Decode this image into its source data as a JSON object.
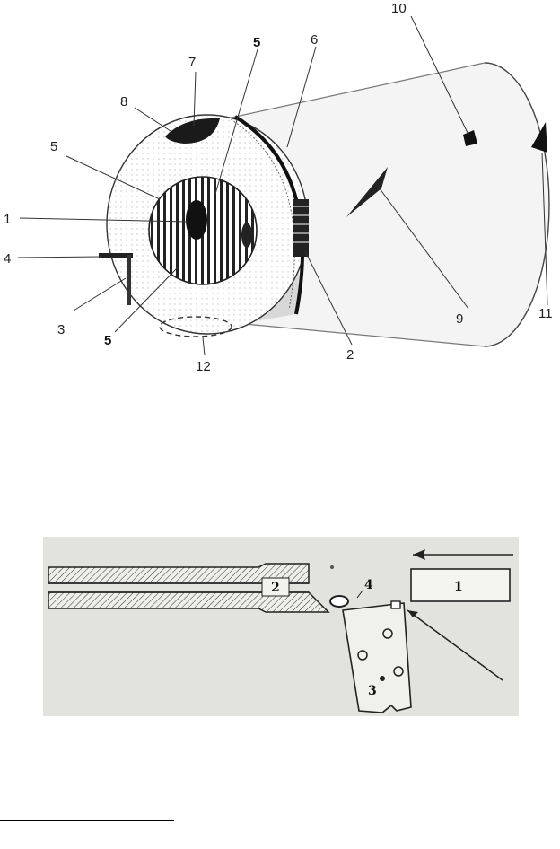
{
  "figure_top": {
    "labels": {
      "l1": "1",
      "l2": "2",
      "l3": "3",
      "l4": "4",
      "l5a": "5",
      "l5b": "5",
      "l5c": "5",
      "l6": "6",
      "l7": "7",
      "l8": "8",
      "l9": "9",
      "l10": "10",
      "l11": "11",
      "l12": "12"
    }
  },
  "figure_bottom": {
    "labels": {
      "b1": "1",
      "b2": "2",
      "b3": "3",
      "b4": "4"
    }
  }
}
